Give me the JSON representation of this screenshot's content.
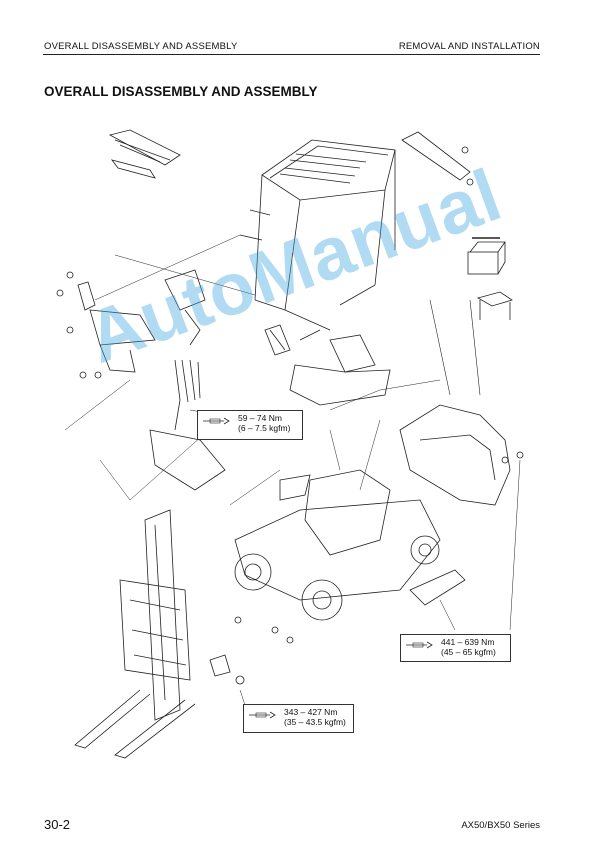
{
  "header": {
    "left": "OVERALL DISASSEMBLY AND ASSEMBLY",
    "right": "REMOVAL AND INSTALLATION"
  },
  "title": "OVERALL DISASSEMBLY AND ASSEMBLY",
  "torque_specs": [
    {
      "line1": "59 – 74 Nm",
      "line2": "(6 – 7.5 kgfm)"
    },
    {
      "line1": "441 – 639 Nm",
      "line2": "(45 – 65 kgfm)"
    },
    {
      "line1": "343 – 427 Nm",
      "line2": "(35 – 43.5 kgfm)"
    }
  ],
  "watermark": "AutoManual",
  "footer": {
    "page": "30-2",
    "series": "AX50/BX50 Series"
  }
}
